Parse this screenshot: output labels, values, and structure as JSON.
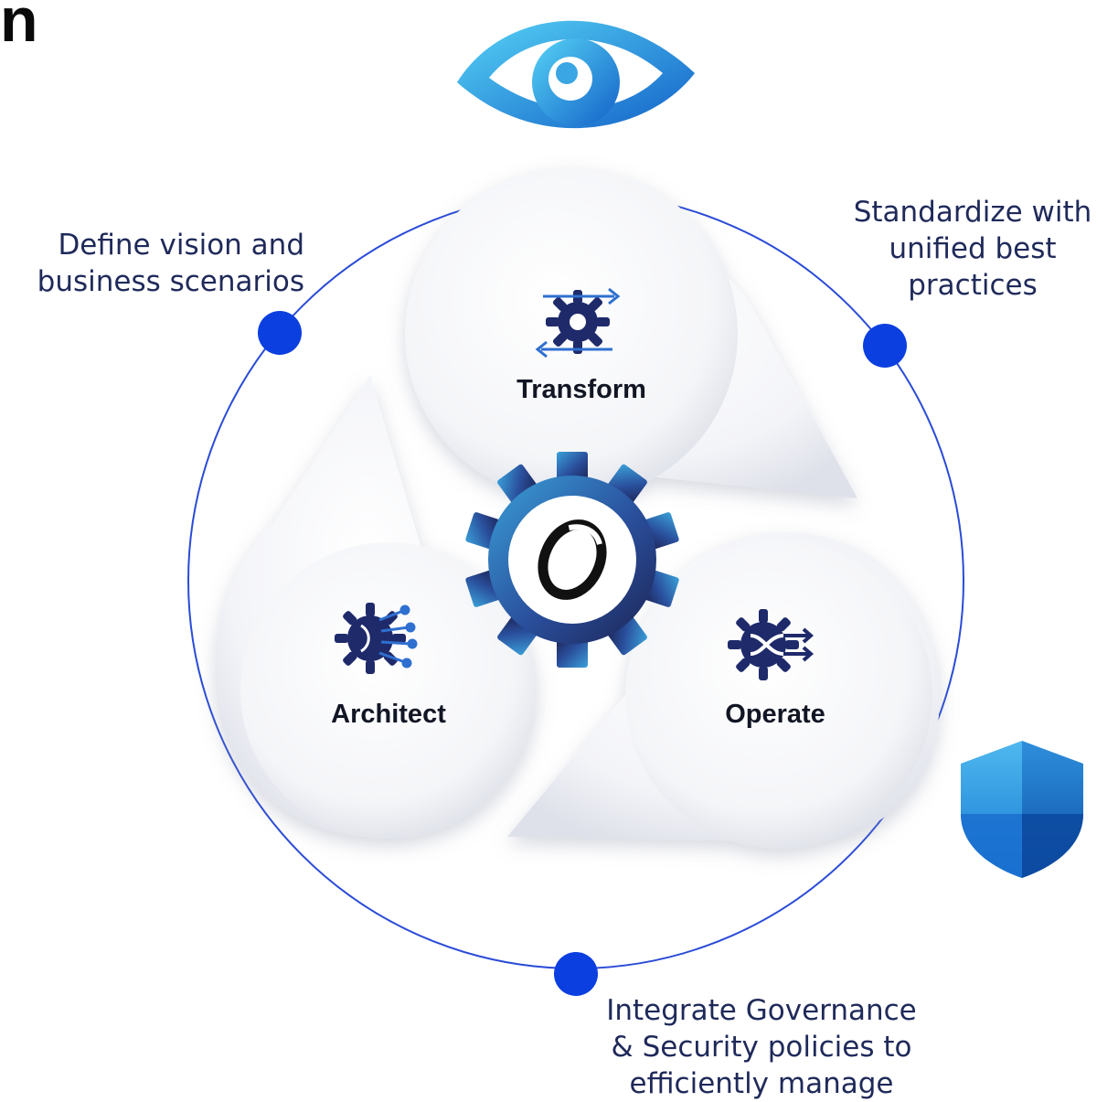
{
  "title_fragment": "n",
  "labels": {
    "top_left": [
      "Define vision and",
      "business scenarios"
    ],
    "top_right": [
      "Standardize with",
      "unified best",
      "practices"
    ],
    "bottom": [
      "Integrate Governance",
      "& Security policies to",
      "efficiently manage"
    ]
  },
  "nodes": {
    "transform": "Transform",
    "architect": "Architect",
    "operate": "Operate"
  },
  "icons": {
    "top": "eye-logo-icon",
    "center": "gear-logo-icon",
    "transform": "gear-arrows-icon",
    "architect": "gear-circuit-icon",
    "operate": "gear-shuffle-icon",
    "shield": "shield-icon"
  },
  "colors": {
    "ring": "#2a4bd7",
    "dot": "#0b3fe0",
    "text": "#1f2a5a",
    "gear_dark": "#1e2a5a",
    "gear_light": "#2f86c4"
  }
}
